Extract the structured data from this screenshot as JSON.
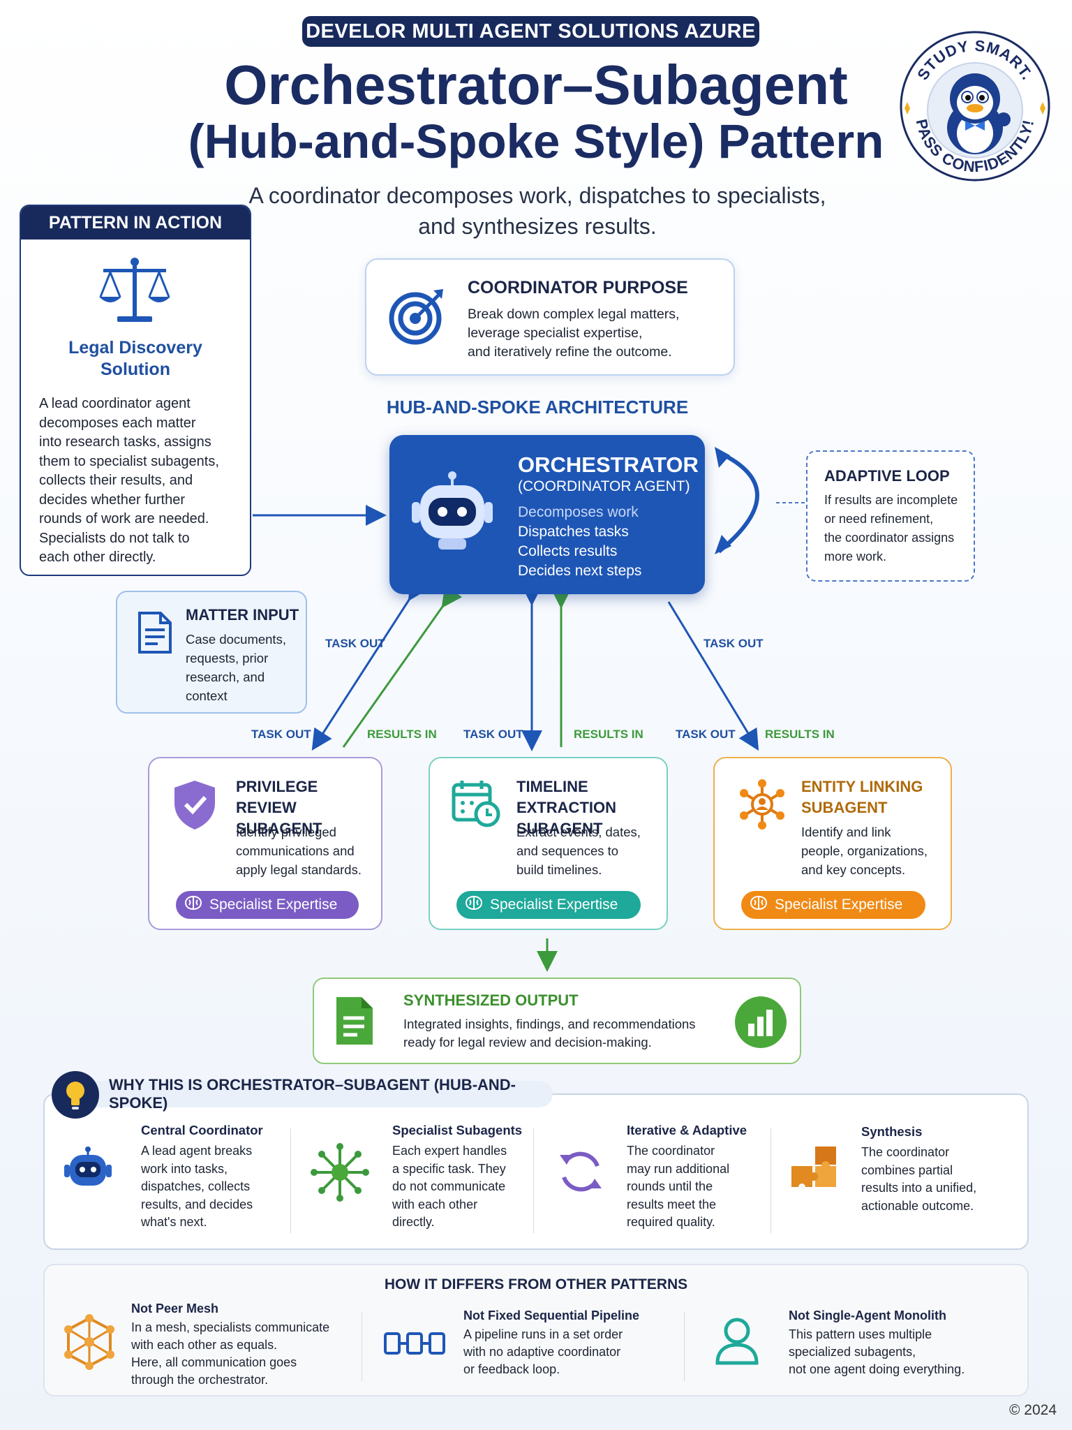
{
  "header": {
    "banner": "DEVELOR MULTI AGENT SOLUTIONS AZURE",
    "title_line1": "Orchestrator–Subagent",
    "title_line2": "(Hub-and-Spoke Style) Pattern",
    "subtitle_line1": "A coordinator decomposes work, dispatches to specialists,",
    "subtitle_line2": "and synthesizes results."
  },
  "badge": {
    "top_text": "STUDY SMART.",
    "bottom_text": "PASS CONFIDENTLY!"
  },
  "pattern_in_action": {
    "heading": "PATTERN IN ACTION",
    "subtitle_line1": "Legal Discovery",
    "subtitle_line2": "Solution",
    "body": [
      "A lead coordinator agent",
      "decomposes each matter",
      "into research tasks, assigns",
      "them to specialist subagents,",
      "collects their results, and",
      "decides whether further",
      "rounds of work are needed.",
      "Specialists do not talk to",
      "each other directly."
    ]
  },
  "coordinator_purpose": {
    "title": "COORDINATOR PURPOSE",
    "lines": [
      "Break down complex legal matters,",
      "leverage specialist expertise,",
      "and iteratively refine the outcome."
    ]
  },
  "architecture_label": "HUB-AND-SPOKE ARCHITECTURE",
  "orchestrator": {
    "title": "ORCHESTRATOR",
    "subtitle": "(COORDINATOR AGENT)",
    "items": [
      "Decomposes work",
      "Dispatches tasks",
      "Collects results",
      "Decides next steps"
    ]
  },
  "adaptive_loop": {
    "title": "ADAPTIVE LOOP",
    "lines": [
      "If results are incomplete",
      "or need refinement,",
      "the coordinator assigns",
      "more work."
    ]
  },
  "matter_input": {
    "title": "MATTER INPUT",
    "lines": [
      "Case documents,",
      "requests, prior",
      "research, and",
      "context"
    ]
  },
  "flow_labels": {
    "task_out": "TASK OUT",
    "results_in": "RESULTS IN"
  },
  "subagents": [
    {
      "title_line1": "PRIVILEGE REVIEW",
      "title_line2": "SUBAGENT",
      "lines": [
        "Identify privileged",
        "communications and",
        "apply legal standards."
      ],
      "pill": "Specialist Expertise"
    },
    {
      "title_line1": "TIMELINE EXTRACTION",
      "title_line2": "SUBAGENT",
      "lines": [
        "Extract events, dates,",
        "and sequences to",
        "build timelines."
      ],
      "pill": "Specialist Expertise"
    },
    {
      "title_line1": "ENTITY LINKING",
      "title_line2": "SUBAGENT",
      "lines": [
        "Identify and link",
        "people, organizations,",
        "and key concepts."
      ],
      "pill": "Specialist Expertise"
    }
  ],
  "synthesized_output": {
    "title": "SYNTHESIZED OUTPUT",
    "lines": [
      "Integrated insights, findings, and recommendations",
      "ready for legal review and decision-making."
    ]
  },
  "why": {
    "heading": "WHY THIS IS ORCHESTRATOR–SUBAGENT (HUB-AND-SPOKE)",
    "columns": [
      {
        "title": "Central Coordinator",
        "lines": [
          "A lead agent breaks",
          "work into tasks,",
          "dispatches, collects",
          "results, and decides",
          "what's next."
        ]
      },
      {
        "title": "Specialist Subagents",
        "lines": [
          "Each expert handles",
          "a specific task. They",
          "do not communicate",
          "with each other",
          "directly."
        ]
      },
      {
        "title": "Iterative & Adaptive",
        "lines": [
          "The coordinator",
          "may run additional",
          "rounds until the",
          "results meet the",
          "required quality."
        ]
      },
      {
        "title": "Synthesis",
        "lines": [
          "The coordinator",
          "combines partial",
          "results into a unified,",
          "actionable outcome."
        ]
      }
    ]
  },
  "differs": {
    "heading": "HOW IT DIFFERS FROM OTHER PATTERNS",
    "columns": [
      {
        "title": "Not Peer Mesh",
        "lines": [
          "In a mesh, specialists communicate",
          "with each other as equals.",
          "Here, all communication goes",
          "through the orchestrator."
        ]
      },
      {
        "title": "Not Fixed Sequential Pipeline",
        "lines": [
          "A pipeline runs in a set order",
          "with no adaptive coordinator",
          "or feedback loop."
        ]
      },
      {
        "title": "Not Single-Agent Monolith",
        "lines": [
          "This pattern uses multiple",
          "specialized subagents,",
          "not one agent doing everything."
        ]
      }
    ]
  },
  "copyright": "© 2024",
  "colors": {
    "navy": "#182a5c",
    "blue": "#1e56b6",
    "green": "#3c9a3c",
    "purple": "#7a5cc4",
    "teal": "#1ea99a",
    "orange": "#f08a14"
  }
}
